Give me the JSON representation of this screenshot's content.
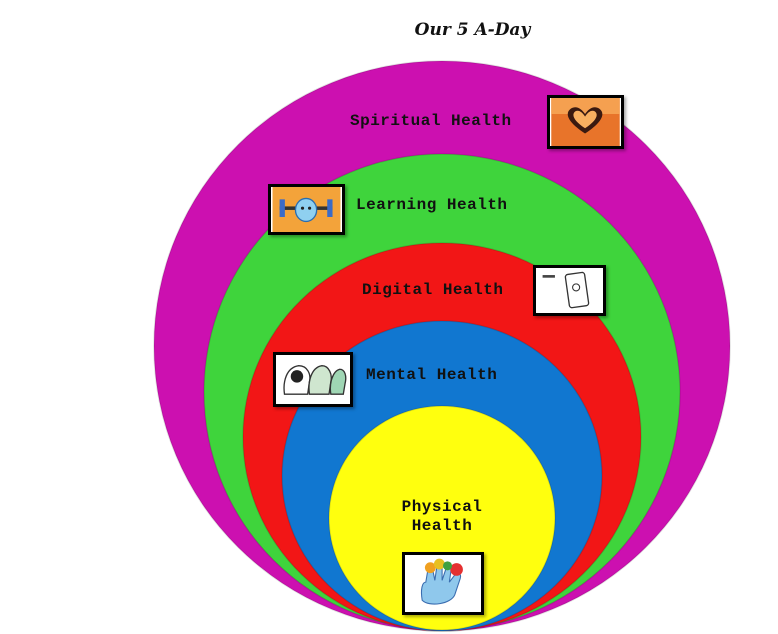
{
  "title": "Our 5 A-Day",
  "circles": [
    {
      "label": "Spiritual Health",
      "icon": "heart-hands-icon",
      "color": "#cc10b0"
    },
    {
      "label": "Learning Health",
      "icon": "brain-workout-icon",
      "color": "#3fd43c"
    },
    {
      "label": "Digital Health",
      "icon": "phone-icon",
      "color": "#f21616"
    },
    {
      "label": "Mental Health",
      "icon": "heads-icon",
      "color": "#1177d0"
    },
    {
      "label": "Physical Health",
      "icon": "fruit-hand-icon",
      "color": "#ffff0e"
    }
  ]
}
